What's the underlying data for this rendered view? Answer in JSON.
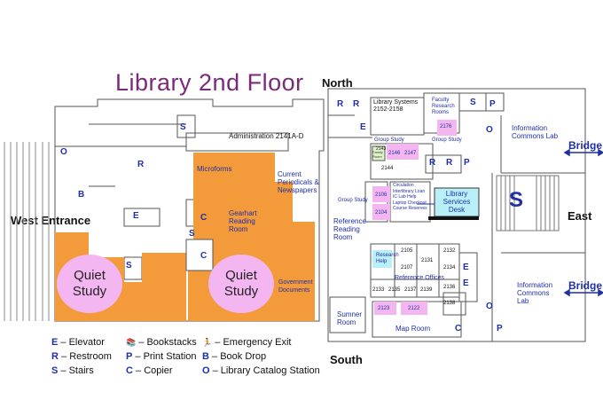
{
  "title": "Library 2nd Floor",
  "compass": {
    "north": "North",
    "south": "South",
    "east": "East",
    "west": "West Entrance"
  },
  "areas": {
    "administration": "Administration 2141A-D",
    "microforms": "Microforms",
    "current_periodicals": "Current Periodicals & Newspapers",
    "gearhart": "Gearhart Reading Room",
    "quiet_study": "Quiet Study",
    "government_documents": "Government Documents",
    "library_systems": "Library Systems 2152-2158",
    "faculty_research": "Faculty Research Rooms",
    "group_study": "Group Study",
    "info_commons": "Information Commons Lab",
    "reference_reading": "Reference Reading Room",
    "library_services": "Library Services Desk",
    "research_help": "Research Help",
    "reference_offices": "Reference Offices",
    "sumner": "Sumner Room",
    "map_room": "Map Room",
    "bridge": "Bridge",
    "family_room": "Family Room"
  },
  "desk_services": [
    "Circulation",
    "Interlibrary Loan",
    "IC Lab Help",
    "Laptop Checkout",
    "Course Reserves"
  ],
  "rooms": {
    "r2176": "2176",
    "r2146": "2146",
    "r2147": "2147",
    "r2144": "2144",
    "r2106": "2106",
    "r2104": "2104",
    "r2105": "2105",
    "r2107": "2107",
    "r2131": "2131",
    "r2132": "2132",
    "r2134": "2134",
    "r2136": "2136",
    "r2133": "2133",
    "r2135": "2135",
    "r2137": "2137",
    "r2139": "2139",
    "r2138": "2138",
    "r2123": "2123",
    "r2122": "2122",
    "r2143": "2143"
  },
  "legend": [
    {
      "key": "E",
      "text": "Elevator"
    },
    {
      "key": "R",
      "text": "Restroom"
    },
    {
      "key": "S",
      "text": "Stairs"
    },
    {
      "key": "📚",
      "text": "Bookstacks"
    },
    {
      "key": "P",
      "text": "Print Station"
    },
    {
      "key": "C",
      "text": "Copier"
    },
    {
      "key": "🏃",
      "text": "Emergency Exit"
    },
    {
      "key": "B",
      "text": "Book Drop"
    },
    {
      "key": "O",
      "text": "Library Catalog Station"
    }
  ],
  "colors": {
    "title": "#7a2a7a",
    "orange": "#f39a3b",
    "pink": "#f4b6f0",
    "symbol": "#1f2fa8",
    "desk": "#b9f0f7"
  }
}
